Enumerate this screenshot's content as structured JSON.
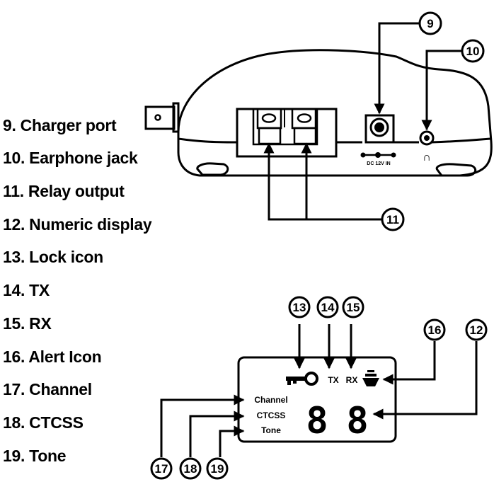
{
  "legend": {
    "items": [
      {
        "number": "9",
        "label": "9. Charger port"
      },
      {
        "number": "10",
        "label": "10. Earphone jack"
      },
      {
        "number": "11",
        "label": "11. Relay output"
      },
      {
        "number": "12",
        "label": "12. Numeric display"
      },
      {
        "number": "13",
        "label": "13. Lock icon"
      },
      {
        "number": "14",
        "label": "14. TX"
      },
      {
        "number": "15",
        "label": "15. RX"
      },
      {
        "number": "16",
        "label": "16. Alert Icon"
      },
      {
        "number": "17",
        "label": "17. Channel"
      },
      {
        "number": "18",
        "label": "18. CTCSS"
      },
      {
        "number": "19",
        "label": "19. Tone"
      }
    ]
  },
  "device": {
    "dc_label": "DC 12V IN",
    "earphone_symbol": "∩"
  },
  "display": {
    "tx_label": "TX",
    "rx_label": "RX",
    "channel_label": "Channel",
    "ctcss_label": "CTCSS",
    "tone_label": "Tone",
    "digits": [
      "8",
      "8"
    ],
    "icons": [
      "key-lock-icon",
      "alert-bell-icon"
    ]
  },
  "callouts": {
    "c9": "9",
    "c10": "10",
    "c11": "11",
    "c12": "12",
    "c13": "13",
    "c14": "14",
    "c15": "15",
    "c16": "16",
    "c17": "17",
    "c18": "18",
    "c19": "19"
  }
}
